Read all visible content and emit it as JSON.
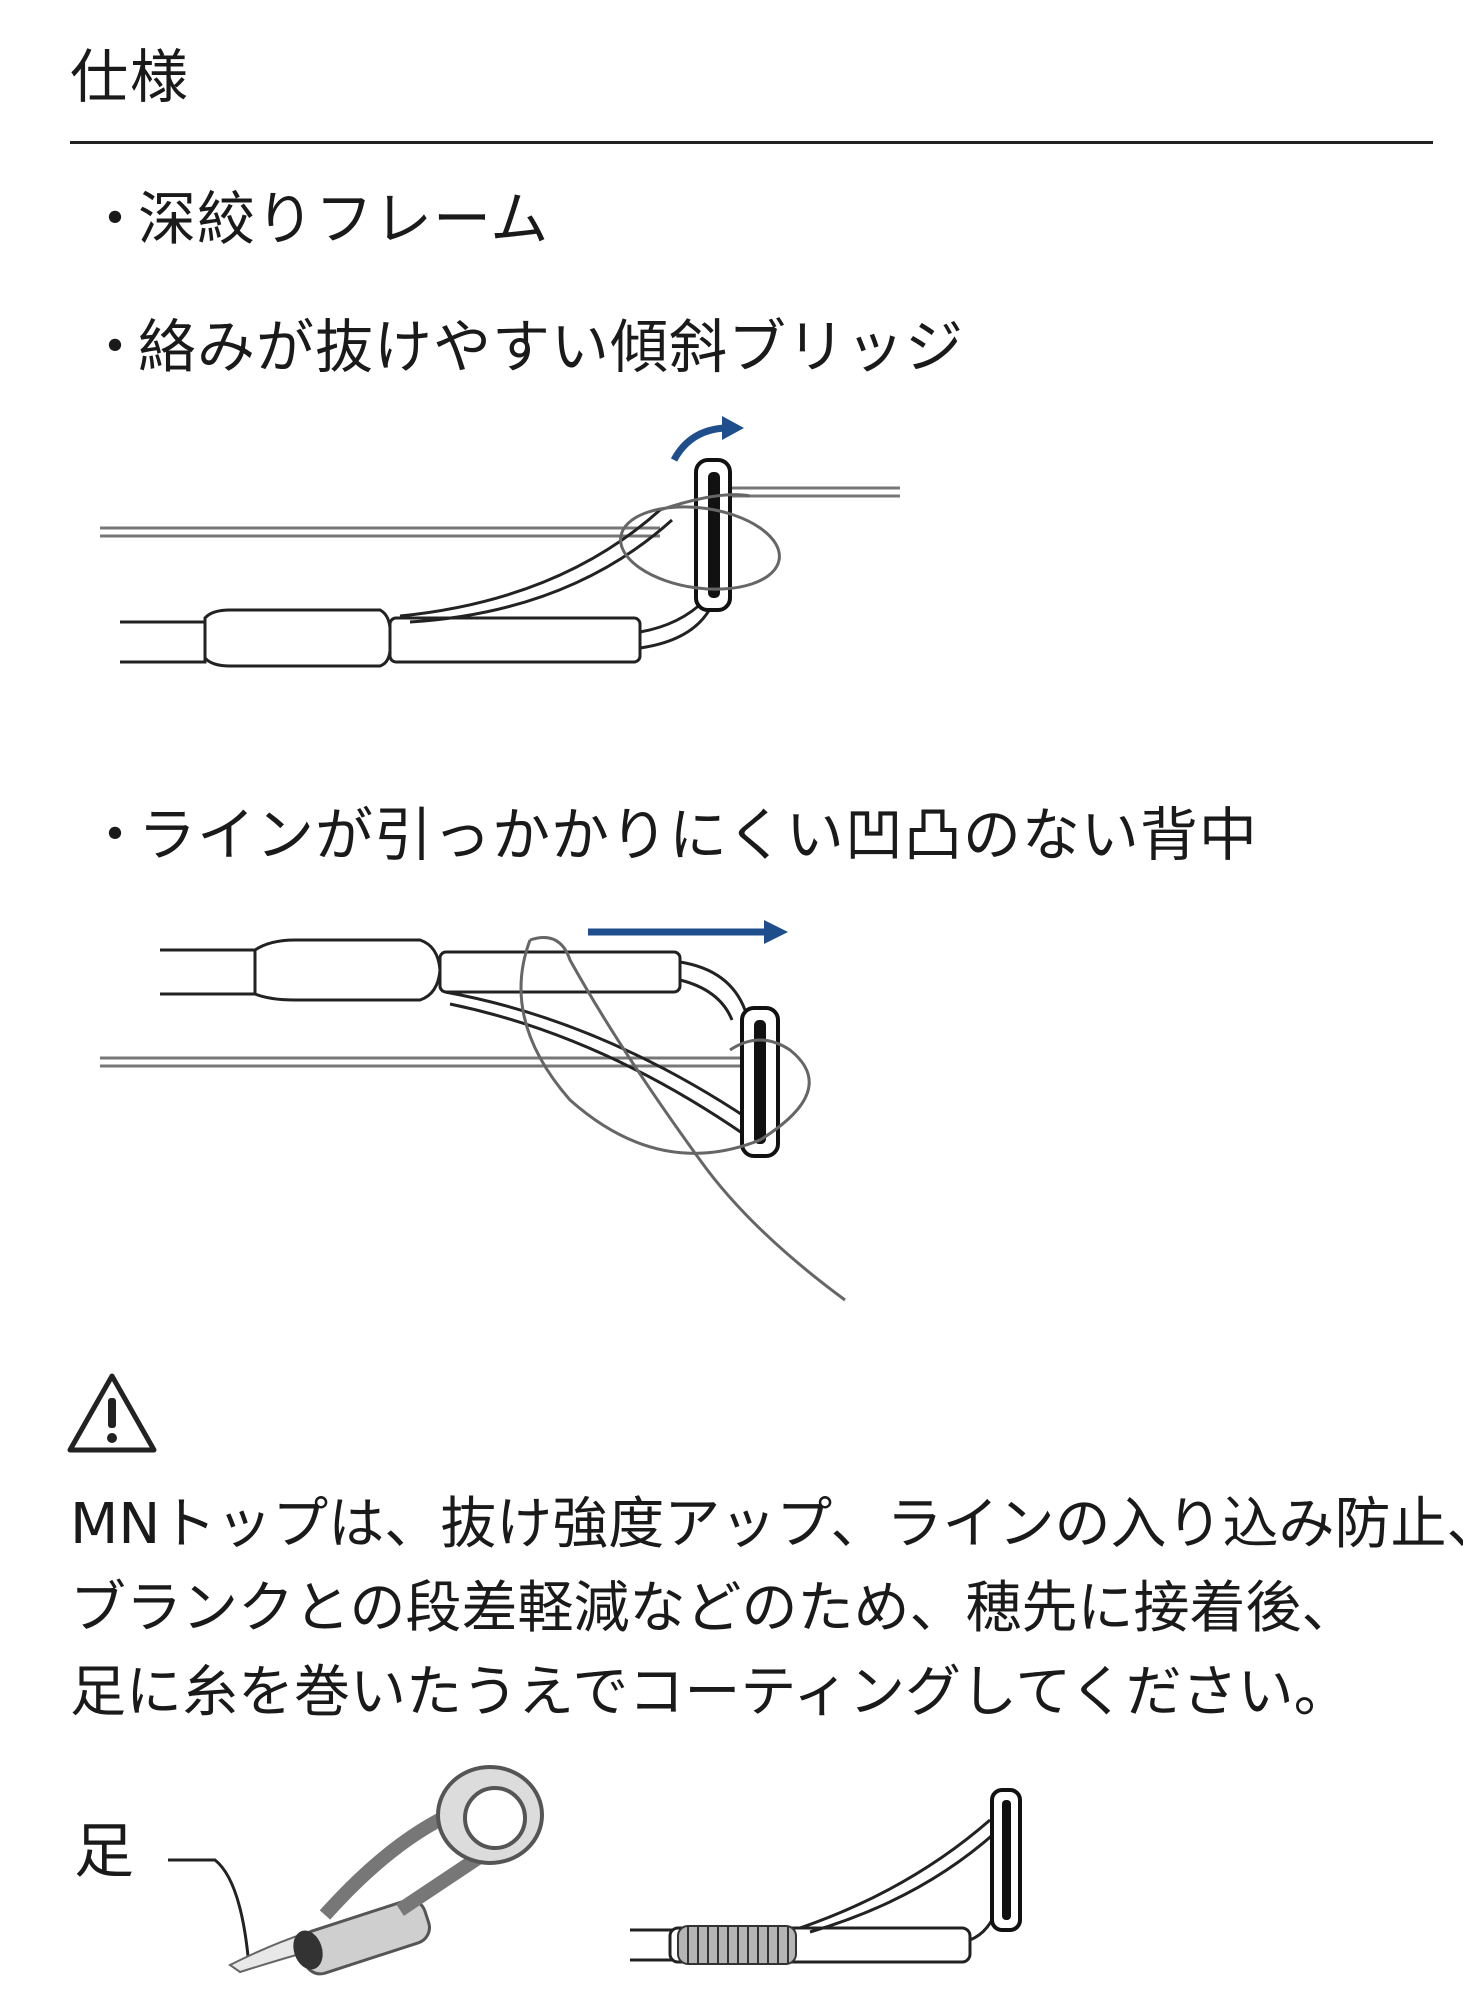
{
  "section": {
    "heading": "仕様"
  },
  "features": [
    {
      "bullet": "・",
      "text": "深絞りフレーム"
    },
    {
      "bullet": "・",
      "text": "絡みが抜けやすい傾斜ブリッジ"
    },
    {
      "bullet": "・",
      "text": "ラインが引っかかりにくい凹凸のない背中"
    }
  ],
  "caution": {
    "icon": "warning-triangle-icon",
    "lines": [
      "MNトップは、抜け強度アップ、ラインの入り込み防止、",
      "ブランクとの段差軽減などのため、穂先に接着後、",
      "足に糸を巻いたうえでコーティングしてください。"
    ]
  },
  "foot_label": "足",
  "colors": {
    "text": "#1a1a1a",
    "arrow": "#1f4e8c",
    "line": "#555555"
  }
}
